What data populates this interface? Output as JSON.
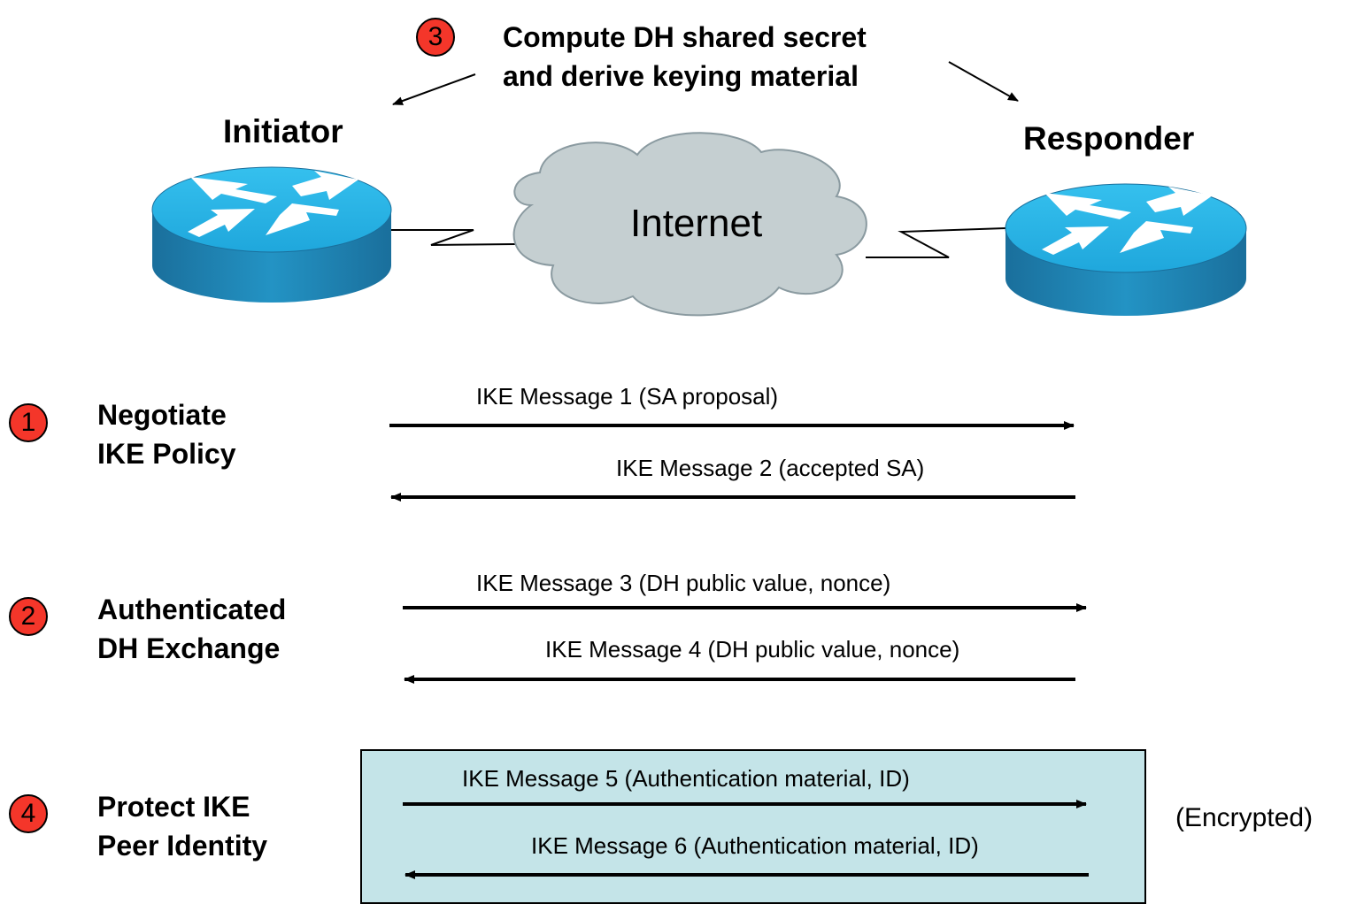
{
  "top_note": {
    "step_number": "3",
    "line1": "Compute DH shared secret",
    "line2": "and derive keying material"
  },
  "initiator": {
    "label": "Initiator"
  },
  "responder": {
    "label": "Responder"
  },
  "cloud": {
    "label": "Internet"
  },
  "steps": [
    {
      "number": "1",
      "line1": "Negotiate",
      "line2": "IKE Policy"
    },
    {
      "number": "2",
      "line1": "Authenticated",
      "line2": "DH Exchange"
    },
    {
      "number": "4",
      "line1": "Protect IKE",
      "line2": "Peer Identity"
    }
  ],
  "messages": [
    {
      "text": "IKE Message 1 (SA proposal)",
      "direction": "right"
    },
    {
      "text": "IKE Message 2 (accepted SA)",
      "direction": "left"
    },
    {
      "text": "IKE Message 3 (DH public value, nonce)",
      "direction": "right"
    },
    {
      "text": "IKE Message 4 (DH public value, nonce)",
      "direction": "left"
    },
    {
      "text": "IKE Message 5 (Authentication material, ID)",
      "direction": "right"
    },
    {
      "text": "IKE Message 6 (Authentication material, ID)",
      "direction": "left"
    }
  ],
  "encrypted_label": "(Encrypted)",
  "colors": {
    "step_circle": "#f4362a",
    "router_top": "#28b4e4",
    "router_side": "#1d7fae",
    "cloud_fill": "#c5cfd1",
    "encrypted_box": "#c4e4e8"
  }
}
